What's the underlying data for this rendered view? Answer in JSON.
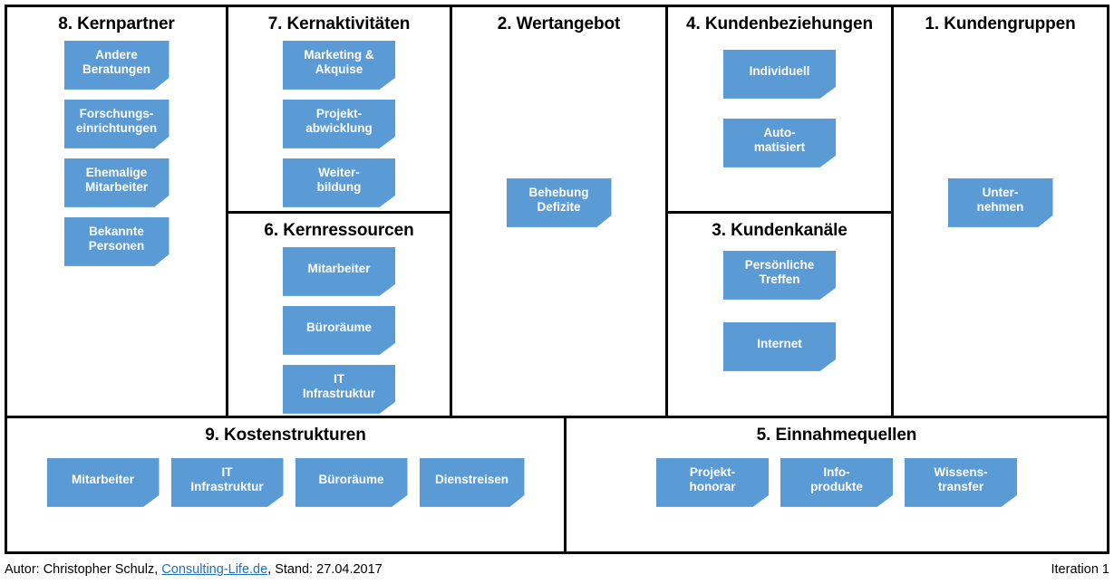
{
  "canvas": {
    "blocks": [
      {
        "id": "kernpartner",
        "number": "8",
        "title": "8. Kernpartner",
        "layout": "stack",
        "notes": [
          {
            "label": "Andere\nBeratungen"
          },
          {
            "label": "Forschungs-\neinrichtungen"
          },
          {
            "label": "Ehemalige\nMitarbeiter"
          },
          {
            "label": "Bekannte\nPersonen"
          }
        ]
      },
      {
        "id": "kernaktivitaeten",
        "number": "7",
        "title": "7. Kernaktivitäten",
        "layout": "stack",
        "notes": [
          {
            "label": "Marketing &\nAkquise"
          },
          {
            "label": "Projekt-\nabwicklung"
          },
          {
            "label": "Weiter-\nbildung"
          }
        ]
      },
      {
        "id": "kernressourcen",
        "number": "6",
        "title": "6. Kernressourcen",
        "layout": "stack",
        "notes": [
          {
            "label": "Mitarbeiter"
          },
          {
            "label": "Büroräume"
          },
          {
            "label": "IT\nInfrastruktur"
          }
        ]
      },
      {
        "id": "wertangebot",
        "number": "2",
        "title": "2. Wertangebot",
        "layout": "center",
        "notes": [
          {
            "label": "Behebung\nDefizite"
          }
        ]
      },
      {
        "id": "kundenbeziehungen",
        "number": "4",
        "title": "4. Kundenbeziehungen",
        "layout": "stack",
        "notes": [
          {
            "label": "Individuell"
          },
          {
            "label": "Auto-\nmatisiert"
          }
        ]
      },
      {
        "id": "kundenkanaele",
        "number": "3",
        "title": "3. Kundenkanäle",
        "layout": "stack",
        "notes": [
          {
            "label": "Persönliche\nTreffen"
          },
          {
            "label": "Internet"
          }
        ]
      },
      {
        "id": "kundengruppen",
        "number": "1",
        "title": "1. Kundengruppen",
        "layout": "center",
        "notes": [
          {
            "label": "Unter-\nnehmen"
          }
        ]
      },
      {
        "id": "kostenstrukturen",
        "number": "9",
        "title": "9. Kostenstrukturen",
        "layout": "row",
        "notes": [
          {
            "label": "Mitarbeiter"
          },
          {
            "label": "IT\nInfrastruktur"
          },
          {
            "label": "Büroräume"
          },
          {
            "label": "Dienstreisen"
          }
        ]
      },
      {
        "id": "einnahmequellen",
        "number": "5",
        "title": "5. Einnahmequellen",
        "layout": "row",
        "notes": [
          {
            "label": "Projekt-\nhonorar"
          },
          {
            "label": "Info-\nprodukte"
          },
          {
            "label": "Wissens-\ntransfer"
          }
        ]
      }
    ]
  },
  "footer": {
    "author_prefix": "Autor: Christopher Schulz, ",
    "link": "Consulting-Life.de",
    "author_suffix": ", Stand: 27.04.2017",
    "iteration": "Iteration 1"
  },
  "colors": {
    "note_fill": "#5B9BD5",
    "note_fold": "#4A86BE",
    "border": "#000000",
    "link": "#1F6FC4",
    "background": "#FFFFFF"
  }
}
